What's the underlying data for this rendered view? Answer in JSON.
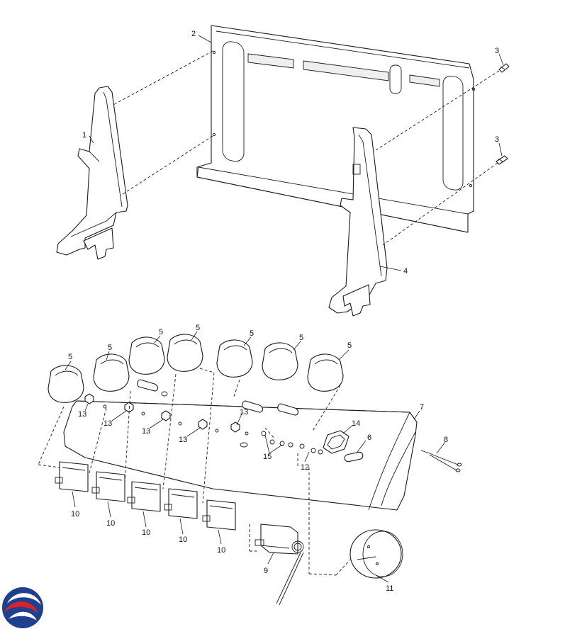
{
  "callouts": {
    "c1": "1",
    "c2": "2",
    "c3a": "3",
    "c3b": "3",
    "c4": "4",
    "c5a": "5",
    "c5b": "5",
    "c5c": "5",
    "c5d": "5",
    "c5e": "5",
    "c5f": "5",
    "c5g": "5",
    "c6": "6",
    "c7": "7",
    "c8": "8",
    "c9": "9",
    "c10a": "10",
    "c10b": "10",
    "c10c": "10",
    "c10d": "10",
    "c10e": "10",
    "c11": "11",
    "c12": "12",
    "c13a": "13",
    "c13b": "13",
    "c13c": "13",
    "c13d": "13",
    "c13e": "13",
    "c14": "14",
    "c15": "15"
  },
  "colors": {
    "line": "#1a1a1a",
    "logo_blue": "#1f3f8f",
    "logo_red": "#d8232a"
  },
  "icons": {
    "logo": "brand-logo-icon"
  }
}
